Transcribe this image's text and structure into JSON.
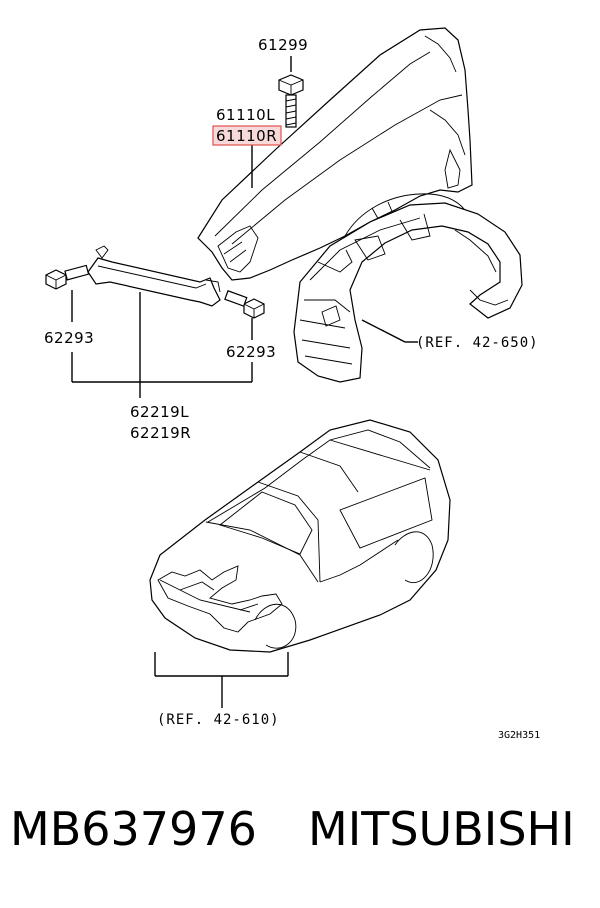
{
  "labels": {
    "bolt_top": "61299",
    "fender_left": "61110L",
    "fender_right": "61110R",
    "bolt_left": "62293",
    "bolt_right": "62293",
    "bracket_left": "62219L",
    "bracket_right": "62219R",
    "ref_liner": "(REF. 42-650)",
    "ref_body": "(REF. 42-610)",
    "diagram_code": "3G2H351"
  },
  "highlight": {
    "color": "#e05050",
    "fill": "#f7d9d9",
    "part": "61110R"
  },
  "footer": {
    "part_number": "MB637976",
    "brand": "MITSUBISHI"
  }
}
